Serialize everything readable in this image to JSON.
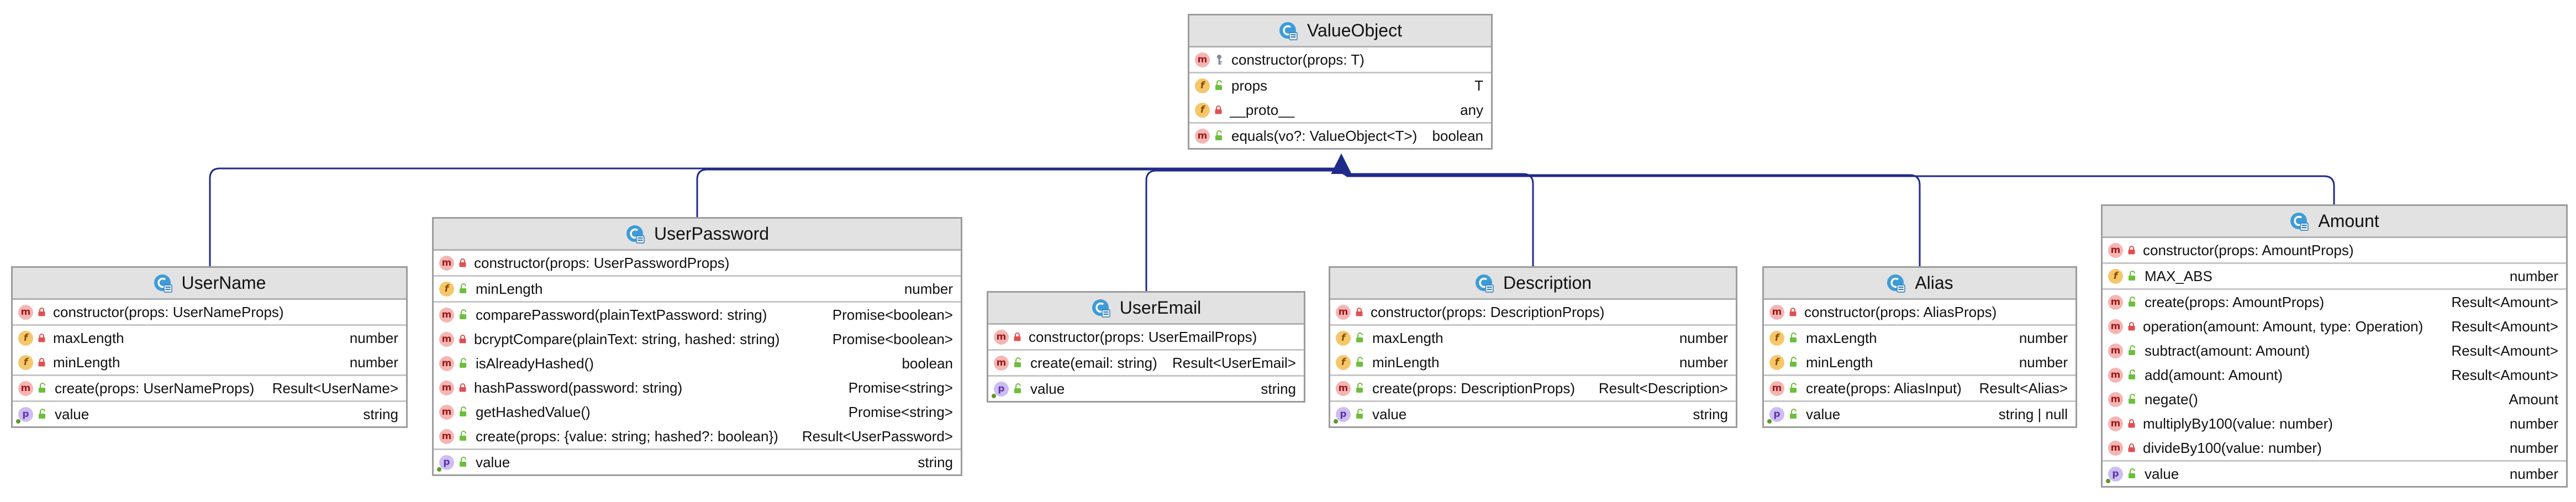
{
  "diagram": {
    "classes": [
      {
        "id": "valueobject",
        "name": "ValueObject",
        "sections": [
          [
            {
              "kind": "m",
              "vis": "protected",
              "sig": "constructor(props: T)",
              "type": ""
            }
          ],
          [
            {
              "kind": "f",
              "vis": "public",
              "sig": "props",
              "type": "T"
            },
            {
              "kind": "f",
              "vis": "private",
              "sig": "__proto__",
              "type": "any"
            }
          ],
          [
            {
              "kind": "m",
              "vis": "public",
              "sig": "equals(vo?: ValueObject<T>)",
              "type": "boolean"
            }
          ]
        ]
      },
      {
        "id": "username",
        "name": "UserName",
        "sections": [
          [
            {
              "kind": "m",
              "vis": "private",
              "sig": "constructor(props: UserNameProps)",
              "type": ""
            }
          ],
          [
            {
              "kind": "f",
              "vis": "private",
              "sig": "maxLength",
              "type": "number"
            },
            {
              "kind": "f",
              "vis": "private",
              "sig": "minLength",
              "type": "number"
            }
          ],
          [
            {
              "kind": "m",
              "vis": "public",
              "sig": "create(props: UserNameProps)",
              "type": "Result<UserName>"
            }
          ],
          [
            {
              "kind": "p",
              "vis": "public",
              "sig": "value",
              "type": "string"
            }
          ]
        ]
      },
      {
        "id": "userpassword",
        "name": "UserPassword",
        "sections": [
          [
            {
              "kind": "m",
              "vis": "private",
              "sig": "constructor(props: UserPasswordProps)",
              "type": ""
            }
          ],
          [
            {
              "kind": "f",
              "vis": "public",
              "sig": "minLength",
              "type": "number"
            }
          ],
          [
            {
              "kind": "m",
              "vis": "public",
              "sig": "comparePassword(plainTextPassword: string)",
              "type": "Promise<boolean>"
            },
            {
              "kind": "m",
              "vis": "private",
              "sig": "bcryptCompare(plainText: string, hashed: string)",
              "type": "Promise<boolean>"
            },
            {
              "kind": "m",
              "vis": "public",
              "sig": "isAlreadyHashed()",
              "type": "boolean"
            },
            {
              "kind": "m",
              "vis": "private",
              "sig": "hashPassword(password: string)",
              "type": "Promise<string>"
            },
            {
              "kind": "m",
              "vis": "public",
              "sig": "getHashedValue()",
              "type": "Promise<string>"
            },
            {
              "kind": "m",
              "vis": "public",
              "sig": "create(props: {value: string; hashed?: boolean})",
              "type": "Result<UserPassword>"
            }
          ],
          [
            {
              "kind": "p",
              "vis": "public",
              "sig": "value",
              "type": "string"
            }
          ]
        ]
      },
      {
        "id": "useremail",
        "name": "UserEmail",
        "sections": [
          [
            {
              "kind": "m",
              "vis": "private",
              "sig": "constructor(props: UserEmailProps)",
              "type": ""
            }
          ],
          [
            {
              "kind": "m",
              "vis": "public",
              "sig": "create(email: string)",
              "type": "Result<UserEmail>"
            }
          ],
          [
            {
              "kind": "p",
              "vis": "public",
              "sig": "value",
              "type": "string"
            }
          ]
        ]
      },
      {
        "id": "description",
        "name": "Description",
        "sections": [
          [
            {
              "kind": "m",
              "vis": "private",
              "sig": "constructor(props: DescriptionProps)",
              "type": ""
            }
          ],
          [
            {
              "kind": "f",
              "vis": "public",
              "sig": "maxLength",
              "type": "number"
            },
            {
              "kind": "f",
              "vis": "public",
              "sig": "minLength",
              "type": "number"
            }
          ],
          [
            {
              "kind": "m",
              "vis": "public",
              "sig": "create(props: DescriptionProps)",
              "type": "Result<Description>"
            }
          ],
          [
            {
              "kind": "p",
              "vis": "public",
              "sig": "value",
              "type": "string"
            }
          ]
        ]
      },
      {
        "id": "alias",
        "name": "Alias",
        "sections": [
          [
            {
              "kind": "m",
              "vis": "private",
              "sig": "constructor(props: AliasProps)",
              "type": ""
            }
          ],
          [
            {
              "kind": "f",
              "vis": "public",
              "sig": "maxLength",
              "type": "number"
            },
            {
              "kind": "f",
              "vis": "public",
              "sig": "minLength",
              "type": "number"
            }
          ],
          [
            {
              "kind": "m",
              "vis": "public",
              "sig": "create(props: AliasInput)",
              "type": "Result<Alias>"
            }
          ],
          [
            {
              "kind": "p",
              "vis": "public",
              "sig": "value",
              "type": "string | null"
            }
          ]
        ]
      },
      {
        "id": "amount",
        "name": "Amount",
        "sections": [
          [
            {
              "kind": "m",
              "vis": "private",
              "sig": "constructor(props: AmountProps)",
              "type": ""
            }
          ],
          [
            {
              "kind": "f",
              "vis": "public",
              "sig": "MAX_ABS",
              "type": "number"
            }
          ],
          [
            {
              "kind": "m",
              "vis": "public",
              "sig": "create(props: AmountProps)",
              "type": "Result<Amount>"
            },
            {
              "kind": "m",
              "vis": "private",
              "sig": "operation(amount: Amount, type: Operation)",
              "type": "Result<Amount>"
            },
            {
              "kind": "m",
              "vis": "public",
              "sig": "subtract(amount: Amount)",
              "type": "Result<Amount>"
            },
            {
              "kind": "m",
              "vis": "public",
              "sig": "add(amount: Amount)",
              "type": "Result<Amount>"
            },
            {
              "kind": "m",
              "vis": "public",
              "sig": "negate()",
              "type": "Amount"
            },
            {
              "kind": "m",
              "vis": "private",
              "sig": "multiplyBy100(value: number)",
              "type": "number"
            },
            {
              "kind": "m",
              "vis": "private",
              "sig": "divideBy100(value: number)",
              "type": "number"
            }
          ],
          [
            {
              "kind": "p",
              "vis": "public",
              "sig": "value",
              "type": "number"
            }
          ]
        ]
      }
    ],
    "relations": [
      {
        "type": "inheritance",
        "from": "username",
        "to": "valueobject"
      },
      {
        "type": "inheritance",
        "from": "userpassword",
        "to": "valueobject"
      },
      {
        "type": "inheritance",
        "from": "useremail",
        "to": "valueobject"
      },
      {
        "type": "inheritance",
        "from": "description",
        "to": "valueobject"
      },
      {
        "type": "inheritance",
        "from": "alias",
        "to": "valueobject"
      },
      {
        "type": "inheritance",
        "from": "amount",
        "to": "valueobject"
      }
    ],
    "colors": {
      "edge": "#1f2a8a",
      "header_bg": "#e2e2e2",
      "border": "#9c9c9c"
    }
  }
}
